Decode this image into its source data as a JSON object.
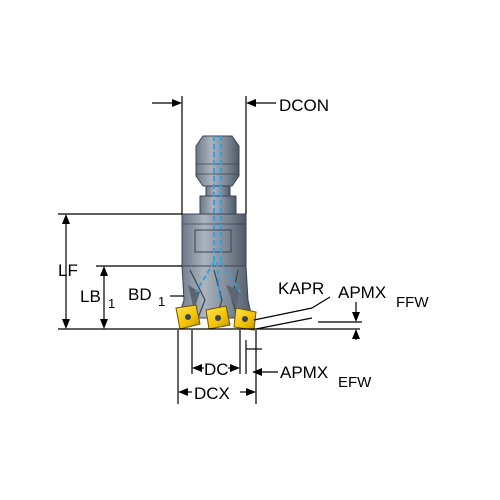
{
  "labels": {
    "dcon": "DCON",
    "lf": "LF",
    "lb": "LB",
    "lb_sub": "1",
    "bd": "BD",
    "bd_sub": "1",
    "kapr": "KAPR",
    "apmx_ffw": "APMX",
    "apmx_ffw_sub": "FFW",
    "dc": "DC",
    "dcx": "DCX",
    "apmx_efw": "APMX",
    "apmx_efw_sub": "EFW"
  },
  "colors": {
    "body_steel": "#8a95a3",
    "body_dark": "#5b6674",
    "body_light": "#b9c2cc",
    "coolant": "#3a9fd6",
    "insert": "#f2c200",
    "dimension_line": "#000000"
  }
}
